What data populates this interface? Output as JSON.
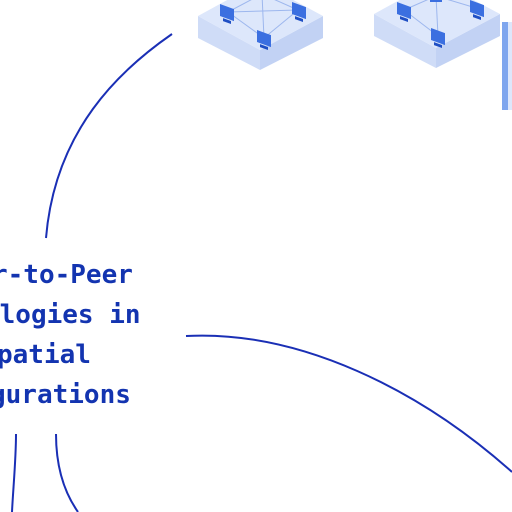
{
  "title_lines": [
    "r-to-Peer",
    "ologies in",
    "patial",
    "gurations"
  ],
  "colors": {
    "text": "#1334b0",
    "curve": "#1a2fb5",
    "tile_top": "#dde7fb",
    "tile_left": "#cfdcf7",
    "tile_right": "#c2d2f4",
    "monitor": "#3b6fe0",
    "monitor_dark": "#1f4fc4",
    "mesh_line": "#9db7ee",
    "side_panel": "#7fa6ee"
  },
  "icons": [
    "peer-network-illustration",
    "peer-network-illustration",
    "side-panel"
  ]
}
